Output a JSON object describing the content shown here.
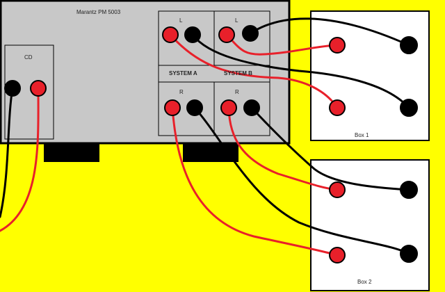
{
  "amp": {
    "title": "Marantz PM 5003",
    "cd_label": "CD",
    "system_a_label": "SYSTEM A",
    "system_b_label": "SYSTEM B",
    "channel_left": "L",
    "channel_right": "R"
  },
  "boxes": {
    "box1_label": "Box 1",
    "box2_label": "Box 2"
  },
  "colors": {
    "background": "#ffff00",
    "amp_body": "#c8c8c8",
    "positive": "#e8202a",
    "negative": "#000000",
    "speaker_box": "#ffffff"
  }
}
